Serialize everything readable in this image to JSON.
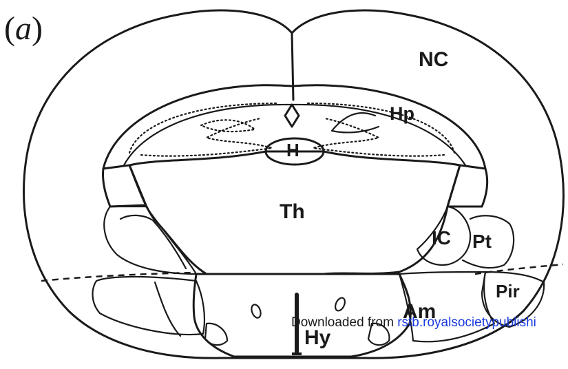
{
  "panel_label": "a",
  "regions": {
    "nc": "NC",
    "hp": "Hp",
    "h": "H",
    "th": "Th",
    "ic": "IC",
    "pt": "Pt",
    "pir": "Pir",
    "am": "Am",
    "hy": "Hy"
  },
  "watermark": {
    "prefix": "Downloaded from ",
    "link": "rstb.royalsocietypublishi"
  }
}
